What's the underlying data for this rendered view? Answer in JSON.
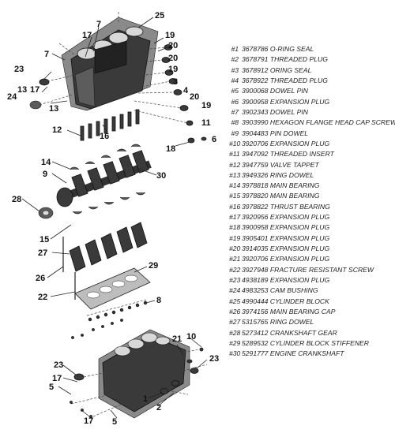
{
  "legend": [
    {
      "num": "#1",
      "part": "3678786",
      "desc": "O-RING SEAL"
    },
    {
      "num": "#2",
      "part": "3678791",
      "desc": "THREADED PLUG"
    },
    {
      "num": "#3",
      "part": "3678912",
      "desc": "ORING SEAL"
    },
    {
      "num": "#4",
      "part": "3678922",
      "desc": "THREADED PLUG"
    },
    {
      "num": "#5",
      "part": "3900068",
      "desc": "DOWEL PIN"
    },
    {
      "num": "#6",
      "part": "3900958",
      "desc": "EXPANSION PLUG"
    },
    {
      "num": "#7",
      "part": "3902343",
      "desc": "DOWEL PIN"
    },
    {
      "num": "#8",
      "part": "3903990",
      "desc": "HEXAGON FLANGE HEAD CAP SCREW"
    },
    {
      "num": "#9",
      "part": "3904483",
      "desc": "PIN DOWEL"
    },
    {
      "num": "#10",
      "part": "3920706",
      "desc": "EXPANSION PLUG"
    },
    {
      "num": "#11",
      "part": "3947092",
      "desc": "THREADED INSERT"
    },
    {
      "num": "#12",
      "part": "3947759",
      "desc": "VALVE TAPPET"
    },
    {
      "num": "#13",
      "part": "3949326",
      "desc": "RING DOWEL"
    },
    {
      "num": "#14",
      "part": "3978818",
      "desc": "MAIN BEARING"
    },
    {
      "num": "#15",
      "part": "3978820",
      "desc": "MAIN BEARING"
    },
    {
      "num": "#16",
      "part": "3978822",
      "desc": "THRUST BEARING"
    },
    {
      "num": "#17",
      "part": "3920956",
      "desc": "EXPANSION PLUG"
    },
    {
      "num": "#18",
      "part": "3900958",
      "desc": "EXPANSION PLUG"
    },
    {
      "num": "#19",
      "part": "3905401",
      "desc": "EXPANSION PLUG"
    },
    {
      "num": "#20",
      "part": "3914035",
      "desc": "EXPANSION PLUG"
    },
    {
      "num": "#21",
      "part": "3920706",
      "desc": "EXPANSION PLUG"
    },
    {
      "num": "#22",
      "part": "3927948",
      "desc": "FRACTURE RESISTANT SCREW"
    },
    {
      "num": "#23",
      "part": "4938189",
      "desc": "EXPANSION PLUG"
    },
    {
      "num": "#24",
      "part": "4983253",
      "desc": "CAM BUSHING"
    },
    {
      "num": "#25",
      "part": "4990444",
      "desc": "CYLINDER BLOCK"
    },
    {
      "num": "#26",
      "part": "3974156",
      "desc": "MAIN BEARING CAP"
    },
    {
      "num": "#27",
      "part": "5315765",
      "desc": "RING DOWEL"
    },
    {
      "num": "#28",
      "part": "5273412",
      "desc": "CRANKSHAFT GEAR"
    },
    {
      "num": "#29",
      "part": "5289532",
      "desc": "CYLINDER BLOCK STIFFENER"
    },
    {
      "num": "#30",
      "part": "5291777",
      "desc": "ENGINE CRANKSHAFT"
    }
  ],
  "callouts": {
    "c25": "25",
    "c7a": "7",
    "c17a": "17",
    "c19a": "19",
    "c20a": "20",
    "c7b": "7",
    "c20b": "20",
    "c19b": "19",
    "c23a": "23",
    "c3": "3",
    "c4": "4",
    "c13a": "13",
    "c17b": "17",
    "c24": "24",
    "c20c": "20",
    "c19c": "19",
    "c13b": "13",
    "c11": "11",
    "c16": "16",
    "c12": "12",
    "c6": "6",
    "c18": "18",
    "c14": "14",
    "c9": "9",
    "c30": "30",
    "c28": "28",
    "c15": "15",
    "c27": "27",
    "c26": "26",
    "c29": "29",
    "c22": "22",
    "c8": "8",
    "c10": "10",
    "c21": "21",
    "c23b": "23",
    "c23c": "23",
    "c17c": "17",
    "c5a": "5",
    "c1": "1",
    "c2": "2",
    "c17d": "17",
    "c5b": "5"
  }
}
